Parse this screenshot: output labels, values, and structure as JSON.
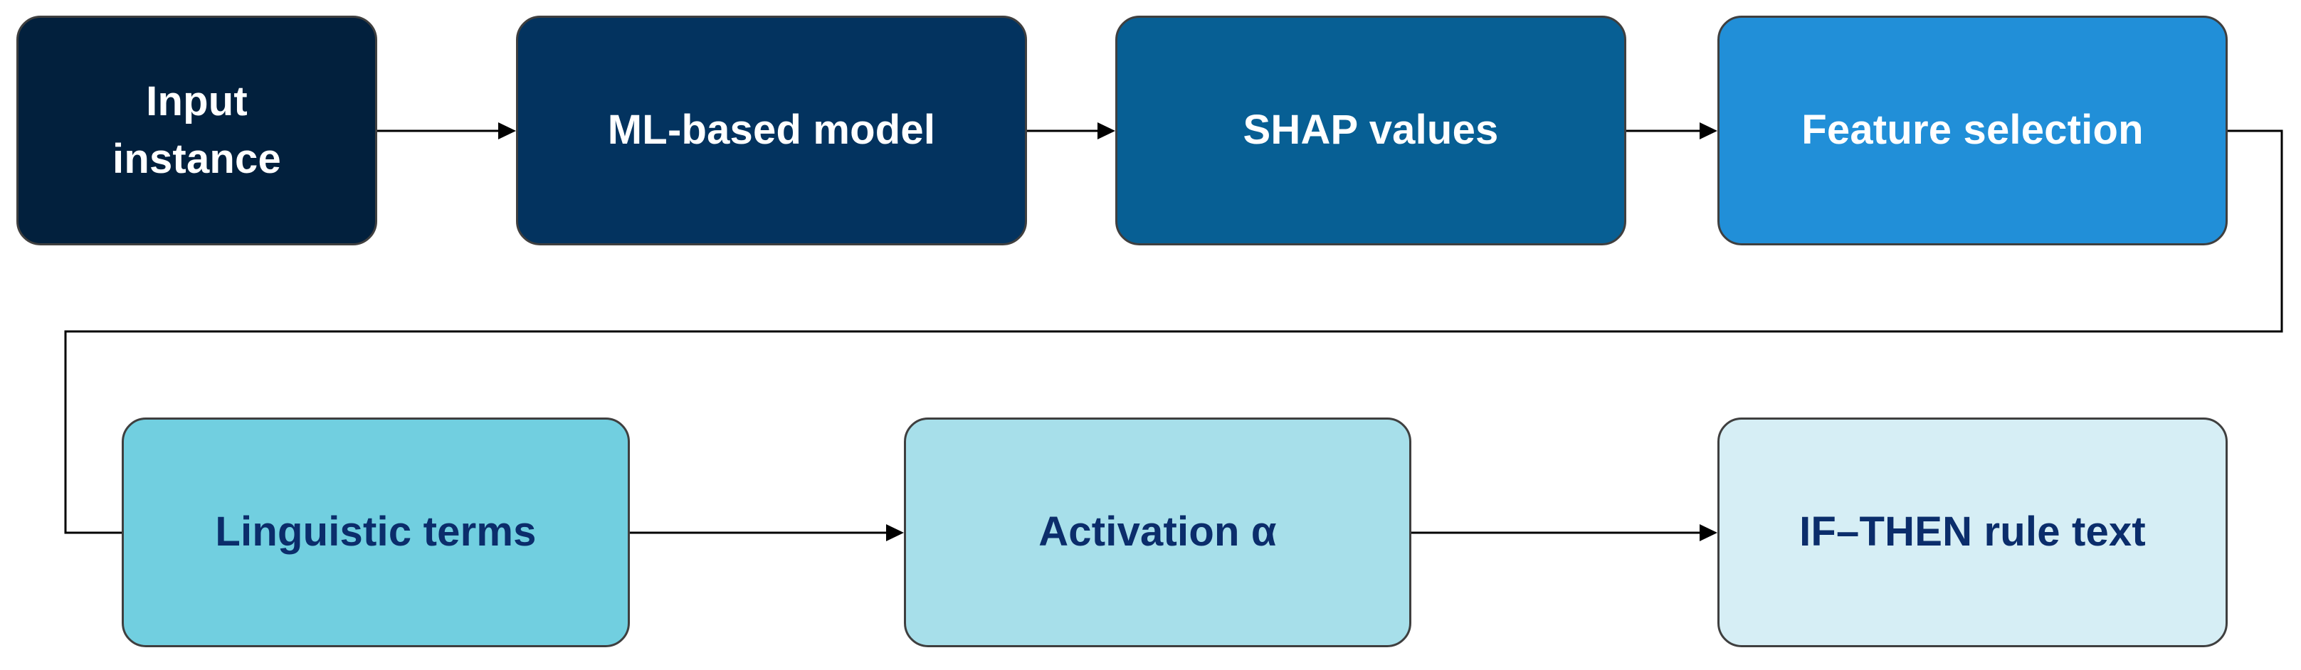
{
  "diagram": {
    "nodes": {
      "input_instance": {
        "label_line1": "Input",
        "label_line2": "instance",
        "fill": "#02203d"
      },
      "ml_model": {
        "label": "ML-based model",
        "fill": "#03335f"
      },
      "shap_values": {
        "label": "SHAP values",
        "fill": "#075f94"
      },
      "feature_selection": {
        "label": "Feature selection",
        "fill": "#218fd8"
      },
      "linguistic_terms": {
        "label": "Linguistic terms",
        "fill": "#71cfe0"
      },
      "activation": {
        "label": "Activation α",
        "fill": "#a7dfea"
      },
      "rule_text": {
        "label": "IF–THEN rule text",
        "fill": "#d6eef5"
      }
    },
    "edges": [
      {
        "from": "Input instance",
        "to": "ML-based model"
      },
      {
        "from": "ML-based model",
        "to": "SHAP values"
      },
      {
        "from": "SHAP values",
        "to": "Feature selection"
      },
      {
        "from": "Feature selection",
        "to": "Linguistic terms"
      },
      {
        "from": "Linguistic terms",
        "to": "Activation α"
      },
      {
        "from": "Activation α",
        "to": "IF–THEN rule text"
      }
    ],
    "colors": {
      "connector": "#000000",
      "node_border": "#3f3f3f",
      "text_light": "#ffffff",
      "text_dark": "#0b2d6b"
    }
  }
}
